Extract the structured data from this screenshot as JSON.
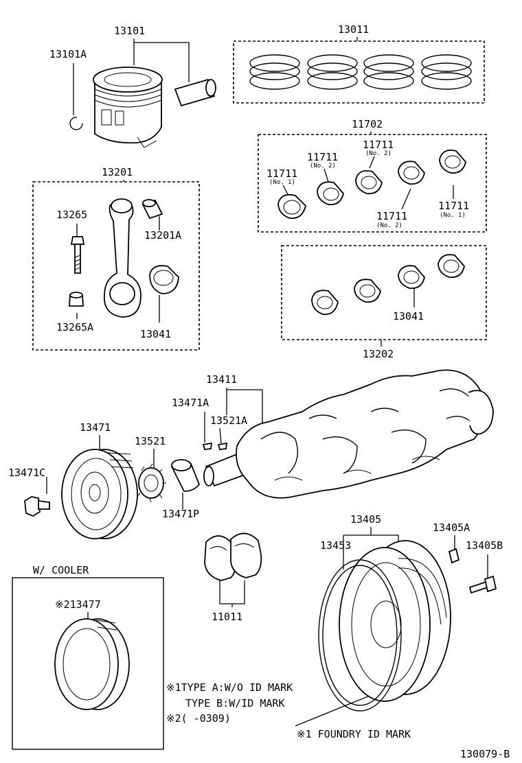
{
  "labels": {
    "p13101": "13101",
    "p13101A": "13101A",
    "p13011": "13011",
    "p11702": "11702",
    "p11711_1": "11711",
    "p11711_1n": "(No. 1)",
    "p11711_2": "11711",
    "p11711_2n": "(No. 2)",
    "p11711_3": "11711",
    "p11711_3n": "(No. 2)",
    "p11711_4": "11711",
    "p11711_4n": "(No. 2)",
    "p11711_5": "11711",
    "p11711_5n": "(No. 1)",
    "p13201": "13201",
    "p13265": "13265",
    "p13201A": "13201A",
    "p13265A": "13265A",
    "p13041a": "13041",
    "p13041b": "13041",
    "p13202": "13202",
    "p13411": "13411",
    "p13471A": "13471A",
    "p13521A": "13521A",
    "p13471": "13471",
    "p13521": "13521",
    "p13471C": "13471C",
    "p13471P": "13471P",
    "p13405": "13405",
    "p13405A": "13405A",
    "p13405B": "13405B",
    "p13453": "13453",
    "p11011": "11011",
    "wcooler": "W/ COOLER",
    "p213477": "※213477",
    "note1": "※1TYPE A:W/O ID MARK",
    "note2": "TYPE B:W/ID MARK",
    "note3": "※2(     -0309)",
    "foundry": "※1 FOUNDRY ID MARK",
    "code": "130079-B"
  }
}
